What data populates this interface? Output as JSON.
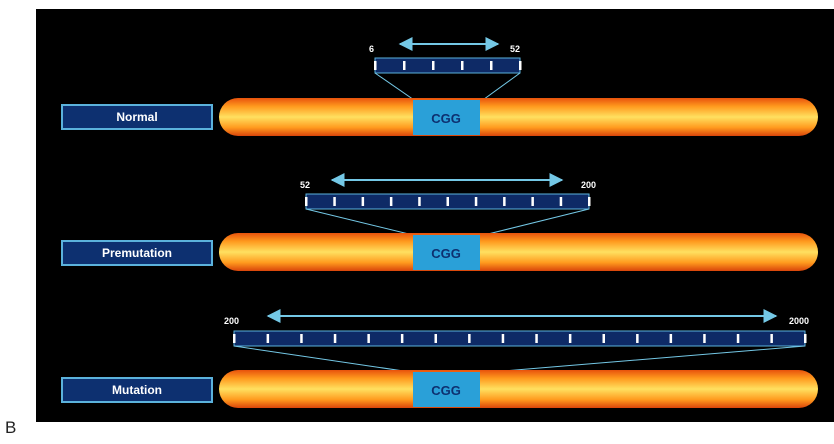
{
  "panel_letter": "B",
  "colors": {
    "background": "#000000",
    "chromosome_core": "#ffd84a",
    "chromosome_edge": "#e24a0a",
    "cgg_block": "#2aa0d8",
    "label_box_fill": "#0d3070",
    "label_box_border": "#5bb2dc",
    "repeat_bar": "#0e2a66",
    "tick": "#ffffff",
    "arrow": "#74c8e6",
    "text": "#ffffff"
  },
  "rows": [
    {
      "label": "Normal",
      "region_label": "CGG",
      "range_min": "6",
      "range_max": "52"
    },
    {
      "label": "Premutation",
      "region_label": "CGG",
      "range_min": "52",
      "range_max": "200"
    },
    {
      "label": "Mutation",
      "region_label": "CGG",
      "range_min": "200",
      "range_max": "2000"
    }
  ]
}
